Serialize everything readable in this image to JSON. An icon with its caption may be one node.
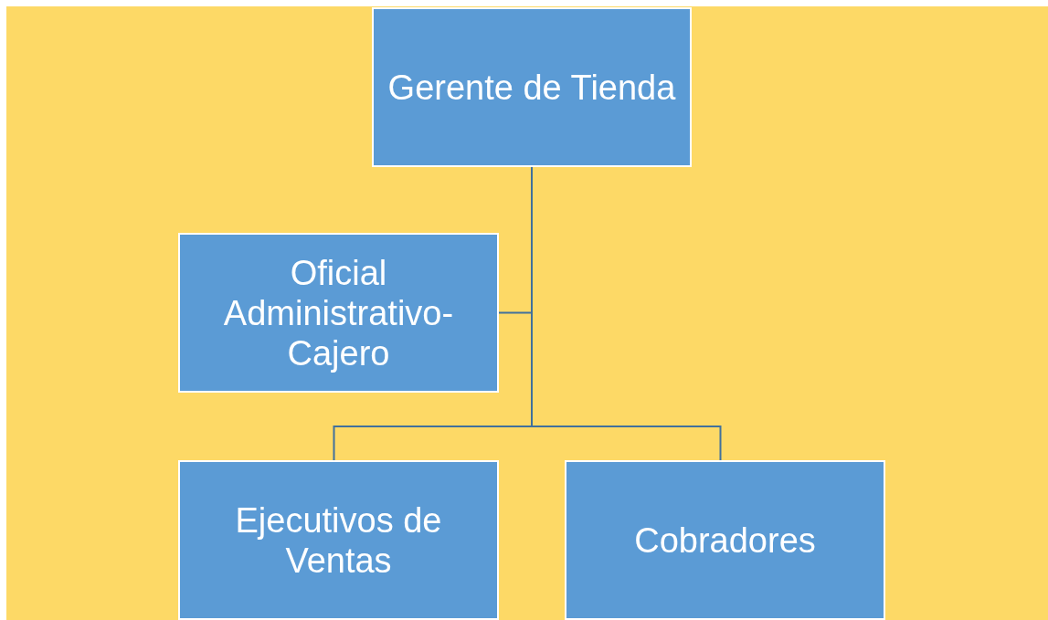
{
  "diagram": {
    "nodes": [
      {
        "text": [
          "Gerente de Tienda"
        ]
      },
      {
        "text": [
          "Oficial Administrativo-Cajero"
        ]
      },
      {
        "text": [
          "Ejecutivos de Ventas"
        ]
      },
      {
        "text": [
          "Cobradores"
        ]
      }
    ],
    "edges": [
      {
        "from": 0,
        "to": 1,
        "arrow": "none"
      },
      {
        "from": 0,
        "to": 2,
        "arrow": "none"
      },
      {
        "from": 0,
        "to": 3,
        "arrow": "none"
      }
    ]
  }
}
